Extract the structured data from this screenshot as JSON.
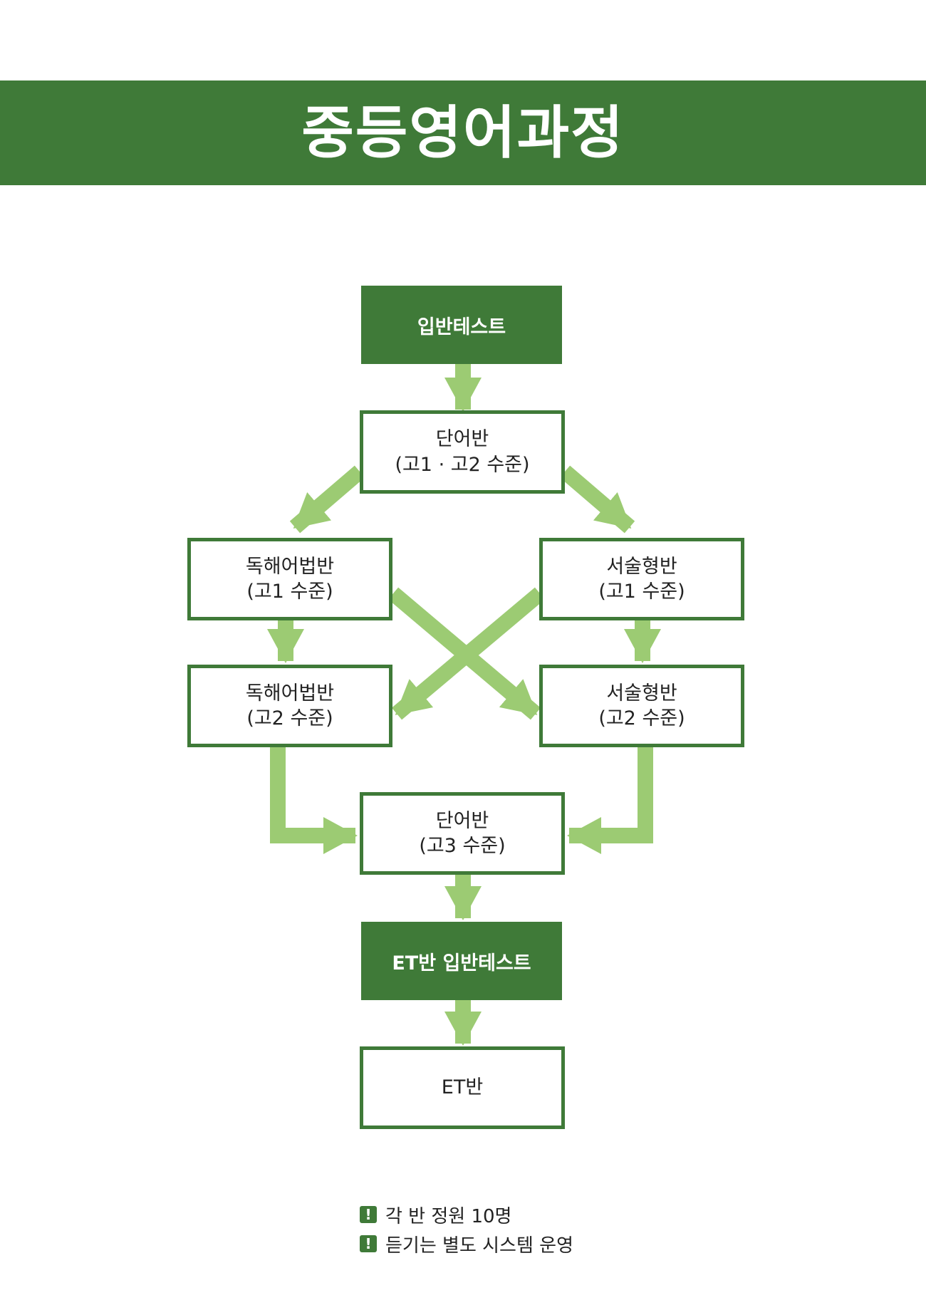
{
  "title": "중등영어과정",
  "colors": {
    "primary": "#3f7a38",
    "arrow": "#9ccb73",
    "text": "#222222"
  },
  "nodes": {
    "entrance_test": {
      "label": "입반테스트"
    },
    "vocab_1": {
      "line1": "단어반",
      "line2": "(고1 · 고2 수준)"
    },
    "reading_g1": {
      "line1": "독해어법반",
      "line2": "(고1 수준)"
    },
    "writing_g1": {
      "line1": "서술형반",
      "line2": "(고1 수준)"
    },
    "reading_g2": {
      "line1": "독해어법반",
      "line2": "(고2 수준)"
    },
    "writing_g2": {
      "line1": "서술형반",
      "line2": "(고2 수준)"
    },
    "vocab_3": {
      "line1": "단어반",
      "line2": "(고3 수준)"
    },
    "et_test": {
      "label": "ET반 입반테스트"
    },
    "et_class": {
      "label": "ET반"
    }
  },
  "notes": [
    {
      "icon": "exclamation-icon",
      "text": "각 반 정원 10명"
    },
    {
      "icon": "exclamation-icon",
      "text": "듣기는 별도 시스템 운영"
    }
  ]
}
